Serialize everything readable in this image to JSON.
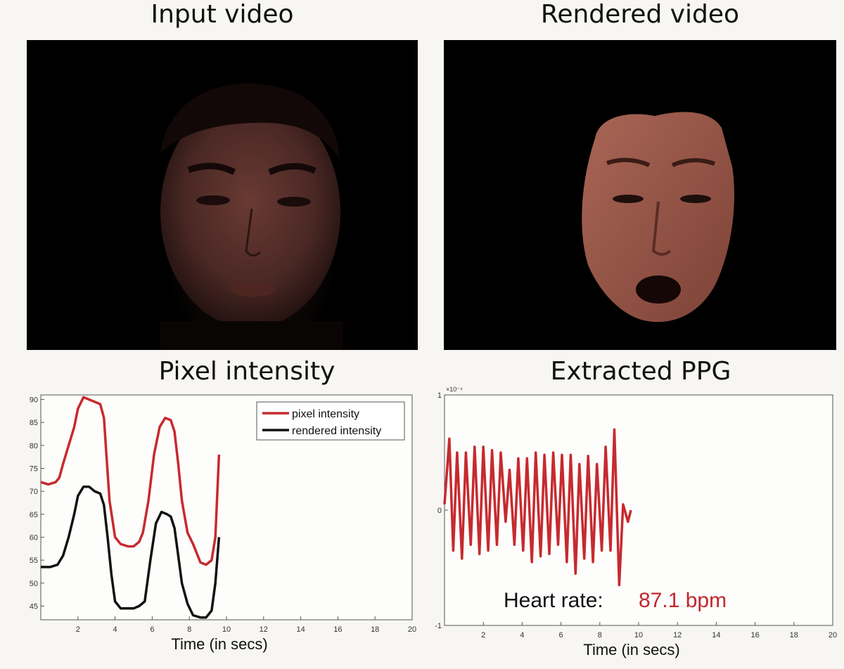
{
  "panels": {
    "input_title": "Input video",
    "rendered_title": "Rendered video",
    "pixel_title": "Pixel intensity",
    "ppg_title": "Extracted PPG"
  },
  "colors": {
    "red": "#c62a2f",
    "black": "#111111",
    "skin": "#7a4238",
    "mesh": "#9b5a4e"
  },
  "chart_data": [
    {
      "type": "line",
      "title": "Pixel intensity",
      "xlabel": "Time (in secs)",
      "ylabel": "",
      "xlim": [
        0,
        20
      ],
      "ylim": [
        42,
        91
      ],
      "xticks": [
        2,
        4,
        6,
        8,
        10,
        12,
        14,
        16,
        18,
        20
      ],
      "yticks": [
        45,
        50,
        55,
        60,
        65,
        70,
        75,
        80,
        85,
        90
      ],
      "grid": false,
      "legend": "top-right",
      "series": [
        {
          "name": "pixel intensity",
          "color": "#c62a2f",
          "x": [
            0,
            0.4,
            0.8,
            1.0,
            1.2,
            1.5,
            1.8,
            2.0,
            2.3,
            2.6,
            2.9,
            3.2,
            3.4,
            3.5,
            3.7,
            4.0,
            4.3,
            4.7,
            5.0,
            5.3,
            5.5,
            5.8,
            6.1,
            6.4,
            6.7,
            7.0,
            7.2,
            7.4,
            7.6,
            7.9,
            8.2,
            8.6,
            8.9,
            9.2,
            9.4,
            9.6
          ],
          "values": [
            72,
            71.5,
            72,
            73,
            76,
            80,
            84,
            88,
            90.5,
            90,
            89.5,
            89,
            86,
            80,
            68,
            60,
            58.5,
            58,
            58,
            59,
            61,
            68,
            78,
            84,
            86,
            85.5,
            83,
            76,
            68,
            61,
            58.5,
            54.5,
            54,
            55,
            60,
            78
          ]
        },
        {
          "name": "rendered intensity",
          "color": "#111111",
          "x": [
            0,
            0.5,
            0.9,
            1.2,
            1.5,
            1.8,
            2.0,
            2.3,
            2.6,
            2.9,
            3.2,
            3.4,
            3.6,
            3.8,
            4.0,
            4.3,
            4.7,
            5.0,
            5.3,
            5.6,
            5.9,
            6.2,
            6.5,
            6.8,
            7.0,
            7.2,
            7.4,
            7.6,
            7.9,
            8.2,
            8.6,
            8.9,
            9.2,
            9.4,
            9.6
          ],
          "values": [
            53.5,
            53.5,
            54,
            56,
            60,
            65,
            69,
            71,
            71,
            70,
            69.5,
            67,
            60,
            52,
            46,
            44.5,
            44.5,
            44.5,
            45,
            46,
            55,
            63,
            65.5,
            65,
            64.5,
            62,
            56,
            50,
            45.5,
            43,
            42.5,
            42.5,
            44,
            50,
            60
          ]
        }
      ]
    },
    {
      "type": "line",
      "title": "Extracted PPG",
      "xlabel": "Time (in secs)",
      "ylabel": "",
      "xlim": [
        0,
        20
      ],
      "ylim": [
        -1,
        1
      ],
      "xticks": [
        2,
        4,
        6,
        8,
        10,
        12,
        14,
        16,
        18,
        20
      ],
      "yticks": [
        -1,
        0,
        1
      ],
      "y_exponent_label": "×10⁻⁴",
      "grid": false,
      "series": [
        {
          "color": "#c62a2f",
          "x": [
            0,
            0.25,
            0.45,
            0.65,
            0.9,
            1.1,
            1.35,
            1.55,
            1.8,
            2.0,
            2.25,
            2.45,
            2.7,
            2.9,
            3.15,
            3.35,
            3.6,
            3.8,
            4.05,
            4.25,
            4.5,
            4.7,
            4.95,
            5.15,
            5.4,
            5.6,
            5.85,
            6.05,
            6.3,
            6.5,
            6.75,
            6.95,
            7.2,
            7.4,
            7.65,
            7.85,
            8.1,
            8.3,
            8.55,
            8.75,
            9.0,
            9.2,
            9.45,
            9.6
          ],
          "values": [
            0.05,
            0.62,
            -0.35,
            0.5,
            -0.42,
            0.5,
            -0.3,
            0.55,
            -0.38,
            0.55,
            -0.35,
            0.52,
            -0.3,
            0.5,
            -0.1,
            0.35,
            -0.3,
            0.45,
            -0.35,
            0.45,
            -0.45,
            0.5,
            -0.4,
            0.48,
            -0.38,
            0.5,
            -0.3,
            0.48,
            -0.45,
            0.48,
            -0.55,
            0.4,
            -0.42,
            0.47,
            -0.45,
            0.4,
            -0.35,
            0.55,
            -0.35,
            0.7,
            -0.65,
            0.05,
            -0.1,
            0.0
          ]
        }
      ],
      "annotation": {
        "label": "Heart rate:",
        "value": "87.1 bpm"
      }
    }
  ]
}
